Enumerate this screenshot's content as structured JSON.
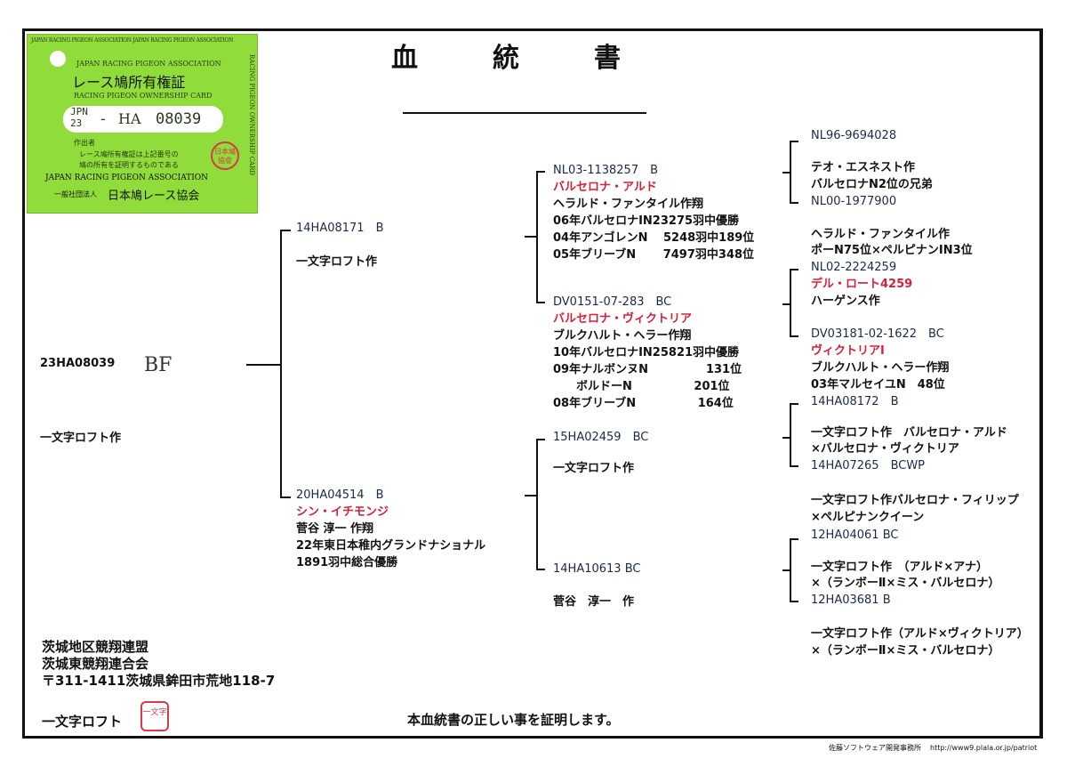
{
  "title": [
    "血",
    "統",
    "書"
  ],
  "card": {
    "border_text": "JAPAN RACING PIGEON ASSOCIATION JAPAN RACING PIGEON ASSOCIATION",
    "side_text": "RACING PIGEON OWNERSHIP CARD",
    "assoc_en": "JAPAN RACING PIGEON ASSOCIATION",
    "title_ja": "レース鳩所有権証",
    "title_en": "RACING PIGEON OWNERSHIP CARD",
    "country": "JPN",
    "year": "23",
    "dash": "-",
    "series": "HA",
    "number": "08039",
    "breeder_label": "作出者",
    "note1": "レース鳩所有権証は上記番号の",
    "note2": "鳩の所有を証明するものである",
    "assoc_en2": "JAPAN RACING PIGEON ASSOCIATION",
    "org_prefix": "一般社団法人",
    "org_name": "日本鳩レース協会",
    "seal": "日本鳩協會"
  },
  "subject": {
    "ring": "23HA08039",
    "handwritten": "BF",
    "breeder": "一文字ロフト作"
  },
  "sire": {
    "ring": "14HA08171　B",
    "lines": [
      "一文字ロフト作"
    ]
  },
  "dam": {
    "ring": "20HA04514　B",
    "name": "シン・イチモンジ",
    "lines": [
      "菅谷 淳一 作翔",
      "22年東日本稚内グランドナショナル",
      "1891羽中総合優勝"
    ]
  },
  "ss": {
    "ring": "NL03-1138257　B",
    "name": "バルセロナ・アルド",
    "lines": [
      "ヘラルド・ファンタイル作翔",
      "06年バルセロナIN23275羽中優勝",
      "04年アンゴレンN　 5248羽中189位",
      "05年ブリーブN　　 7497羽中348位"
    ]
  },
  "sd": {
    "ring": "DV0151-07-283　BC",
    "name": "バルセロナ・ヴィクトリア",
    "lines": [
      "ブルクハルト・ヘラー作翔",
      "10年バルセロナIN25821羽中優勝",
      "09年ナルボンヌN　　　　　131位",
      "　　ボルドーN　　　　　 201位",
      "08年ブリーブN　　　　　 164位"
    ]
  },
  "ds": {
    "ring": "15HA02459　BC",
    "lines": [
      "一文字ロフト作"
    ]
  },
  "dd": {
    "ring": "14HA10613 BC",
    "lines": [
      "菅谷　淳一　作"
    ]
  },
  "sss": {
    "ring": "NL96-9694028",
    "lines": [
      "テオ・エスネスト作",
      "バルセロナN2位の兄弟"
    ]
  },
  "ssd": {
    "ring": "NL00-1977900",
    "lines": [
      "ヘラルド・ファンタイル作",
      "ポーN75位×ペルピナンIN3位"
    ]
  },
  "sds": {
    "ring": "NL02-2224259",
    "name": "デル・ロート4259",
    "lines": [
      "ハーゲンス作"
    ]
  },
  "sdd": {
    "ring": "DV03181-02-1622　BC",
    "name": "ヴィクトリアⅠ",
    "lines": [
      "ブルクハルト・ヘラー作翔",
      "03年マルセイユN　48位"
    ]
  },
  "dss": {
    "ring": "14HA08172　B",
    "lines": [
      "一文字ロフト作　バルセロナ・アルド",
      "×バルセロナ・ヴィクトリア"
    ]
  },
  "dsd": {
    "ring": "14HA07265　BCWP",
    "lines": [
      "一文字ロフト作バルセロナ・フィリップ",
      "×ペルピナンクイーン"
    ]
  },
  "dds": {
    "ring": "12HA04061 BC",
    "lines": [
      "一文字ロフト作　（アルド×アナ）",
      "×（ランボーⅡ×ミス・バルセロナ）"
    ]
  },
  "ddd": {
    "ring": "12HA03681 B",
    "lines": [
      "一文字ロフト作（アルド×ヴィクトリア）",
      "×（ランボーⅡ×ミス・バルセロナ）"
    ]
  },
  "footer": {
    "org1": "茨城地区競翔連盟",
    "org2": "茨城東競翔連合会",
    "address": "〒311-1411茨城県鉾田市荒地118-7",
    "loft": "一文字ロフト",
    "loft_seal": "一文字",
    "certify": "本血統書の正しい事を証明します。",
    "software": "佐藤ソフトウェア開発事務所",
    "url": "http://www9.plala.or.jp/patriot"
  },
  "colors": {
    "accent_red": "#d8203a",
    "card_green": "#8fdc3a"
  }
}
